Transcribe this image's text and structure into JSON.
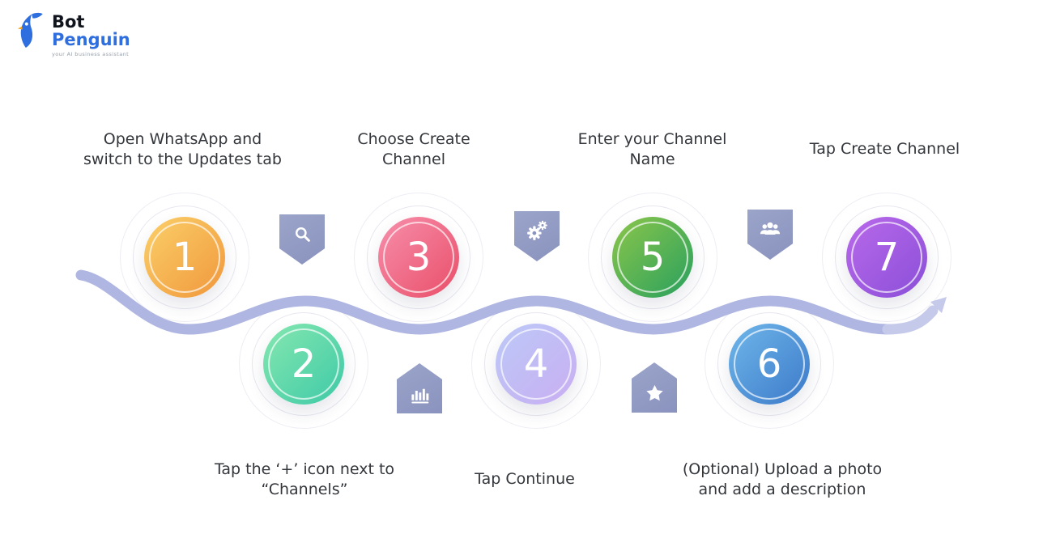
{
  "logo": {
    "bot": "Bot",
    "penguin": "Penguin",
    "tagline": "your AI business assistant",
    "brand_blue": "#2e6ede"
  },
  "steps": [
    {
      "number": "1",
      "label": "Open WhatsApp and switch to the Updates tab",
      "colors": [
        "#fbd069",
        "#f0973c"
      ]
    },
    {
      "number": "2",
      "label": "Tap the ‘+’ icon next to “Channels”",
      "colors": [
        "#86e8b0",
        "#3ec9a7"
      ]
    },
    {
      "number": "3",
      "label": "Choose Create Channel",
      "colors": [
        "#f78fac",
        "#e94e68"
      ]
    },
    {
      "number": "4",
      "label": "Tap Continue",
      "colors": [
        "#bcc9f7",
        "#c9aef2"
      ]
    },
    {
      "number": "5",
      "label": "Enter your Channel Name",
      "colors": [
        "#8cc64a",
        "#28a05e"
      ]
    },
    {
      "number": "6",
      "label": "(Optional) Upload a photo and add a description",
      "colors": [
        "#70b7ea",
        "#3b79c9"
      ]
    },
    {
      "number": "7",
      "label": "Tap Create Channel",
      "colors": [
        "#b969ea",
        "#8a4fd8"
      ]
    }
  ],
  "badge_icons": [
    "magnifier",
    "gears",
    "people",
    "bar-chart",
    "star"
  ],
  "colors": {
    "wave": "#afb6e1",
    "wave_tail": "#c5caeb",
    "badge": "#8a93be",
    "label_text": "#33363b"
  }
}
